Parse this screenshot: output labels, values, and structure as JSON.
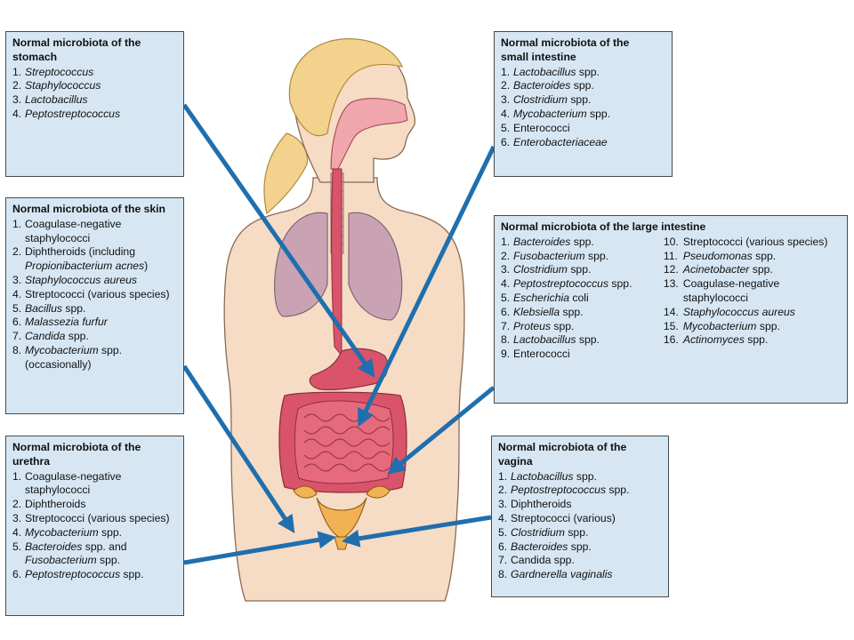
{
  "colors": {
    "box_fill": "#d6e7f3",
    "arrow": "#1f6fae",
    "skin": "#f6dcc4",
    "hair": "#f3d28e",
    "lungs": "#c9a3b4",
    "intestine": "#d9546a",
    "stomach": "#d9546a"
  },
  "boxes": {
    "stomach": {
      "title": "Normal microbiota of the\nstomach",
      "items": [
        [
          {
            "t": "Streptococcus",
            "i": true
          }
        ],
        [
          {
            "t": "Staphylococcus",
            "i": true
          }
        ],
        [
          {
            "t": "Lactobacillus",
            "i": true
          }
        ],
        [
          {
            "t": "Peptostreptococcus",
            "i": true
          }
        ]
      ]
    },
    "skin": {
      "title": "Normal microbiota of the skin",
      "items": [
        [
          {
            "t": "Coagulase-negative staphylococci",
            "i": false
          }
        ],
        [
          {
            "t": "Diphtheroids (including ",
            "i": false
          },
          {
            "t": "Propionibacterium acnes",
            "i": true
          },
          {
            "t": ")",
            "i": false
          }
        ],
        [
          {
            "t": "Staphylococcus aureus",
            "i": true
          }
        ],
        [
          {
            "t": "Streptococci (various species)",
            "i": false
          }
        ],
        [
          {
            "t": "Bacillus",
            "i": true
          },
          {
            "t": " spp.",
            "i": false
          }
        ],
        [
          {
            "t": "Malassezia furfur",
            "i": true
          }
        ],
        [
          {
            "t": "Candida",
            "i": true
          },
          {
            "t": " spp.",
            "i": false
          }
        ],
        [
          {
            "t": "Mycobacterium",
            "i": true
          },
          {
            "t": " spp. (occasionally)",
            "i": false
          }
        ]
      ]
    },
    "urethra": {
      "title": "Normal microbiota of the\nurethra",
      "items": [
        [
          {
            "t": "Coagulase-negative staphylococci",
            "i": false
          }
        ],
        [
          {
            "t": "Diphtheroids",
            "i": false
          }
        ],
        [
          {
            "t": "Streptococci (various species)",
            "i": false
          }
        ],
        [
          {
            "t": "Mycobacterium",
            "i": true
          },
          {
            "t": " spp.",
            "i": false
          }
        ],
        [
          {
            "t": "Bacteroides",
            "i": true
          },
          {
            "t": " spp. and ",
            "i": false
          },
          {
            "t": "Fusobacterium",
            "i": true
          },
          {
            "t": " spp.",
            "i": false
          }
        ],
        [
          {
            "t": "Peptostreptococcus",
            "i": true
          },
          {
            "t": " spp.",
            "i": false
          }
        ]
      ]
    },
    "small_intestine": {
      "title": "Normal microbiota of the\nsmall intestine",
      "items": [
        [
          {
            "t": "Lactobacillus",
            "i": true
          },
          {
            "t": " spp.",
            "i": false
          }
        ],
        [
          {
            "t": "Bacteroides",
            "i": true
          },
          {
            "t": " spp.",
            "i": false
          }
        ],
        [
          {
            "t": "Clostridium",
            "i": true
          },
          {
            "t": " spp.",
            "i": false
          }
        ],
        [
          {
            "t": "Mycobacterium",
            "i": true
          },
          {
            "t": " spp.",
            "i": false
          }
        ],
        [
          {
            "t": "Enterococci",
            "i": false
          }
        ],
        [
          {
            "t": "Enterobacteriaceae",
            "i": true
          }
        ]
      ]
    },
    "large_intestine": {
      "title": "Normal microbiota of the large intestine",
      "items": [
        [
          {
            "t": "Bacteroides",
            "i": true
          },
          {
            "t": " spp.",
            "i": false
          }
        ],
        [
          {
            "t": "Fusobacterium",
            "i": true
          },
          {
            "t": " spp.",
            "i": false
          }
        ],
        [
          {
            "t": "Clostridium",
            "i": true
          },
          {
            "t": " spp.",
            "i": false
          }
        ],
        [
          {
            "t": "Peptostreptococcus",
            "i": true
          },
          {
            "t": " spp.",
            "i": false
          }
        ],
        [
          {
            "t": "Escherichia",
            "i": true
          },
          {
            "t": " coli",
            "i": false
          }
        ],
        [
          {
            "t": "Klebsiella",
            "i": true
          },
          {
            "t": " spp.",
            "i": false
          }
        ],
        [
          {
            "t": "Proteus",
            "i": true
          },
          {
            "t": " spp.",
            "i": false
          }
        ],
        [
          {
            "t": "Lactobacillus",
            "i": true
          },
          {
            "t": " spp.",
            "i": false
          }
        ],
        [
          {
            "t": "Enterococci",
            "i": false
          }
        ],
        [
          {
            "t": "Streptococci (various species)",
            "i": false
          }
        ],
        [
          {
            "t": "Pseudomonas",
            "i": true
          },
          {
            "t": " spp.",
            "i": false
          }
        ],
        [
          {
            "t": "Acinetobacter",
            "i": true
          },
          {
            "t": " spp.",
            "i": false
          }
        ],
        [
          {
            "t": "Coagulase-negative staphylococci",
            "i": false
          }
        ],
        [
          {
            "t": "Staphylococcus aureus",
            "i": true
          }
        ],
        [
          {
            "t": "Mycobacterium",
            "i": true
          },
          {
            "t": " spp.",
            "i": false
          }
        ],
        [
          {
            "t": "Actinomyces",
            "i": true
          },
          {
            "t": " spp.",
            "i": false
          }
        ]
      ]
    },
    "vagina": {
      "title": "Normal microbiota of the\nvagina",
      "items": [
        [
          {
            "t": "Lactobacillus",
            "i": true
          },
          {
            "t": " spp.",
            "i": false
          }
        ],
        [
          {
            "t": "Peptostreptococcus",
            "i": true
          },
          {
            "t": " spp.",
            "i": false
          }
        ],
        [
          {
            "t": "Diphtheroids",
            "i": false
          }
        ],
        [
          {
            "t": "Streptococci (various)",
            "i": false
          }
        ],
        [
          {
            "t": "Clostridium",
            "i": true
          },
          {
            "t": " spp.",
            "i": false
          }
        ],
        [
          {
            "t": "Bacteroides",
            "i": true
          },
          {
            "t": " spp.",
            "i": false
          }
        ],
        [
          {
            "t": "Candida",
            "i": false
          },
          {
            "t": " spp.",
            "i": false
          }
        ],
        [
          {
            "t": "Gardnerella vaginalis",
            "i": true
          }
        ]
      ]
    }
  }
}
